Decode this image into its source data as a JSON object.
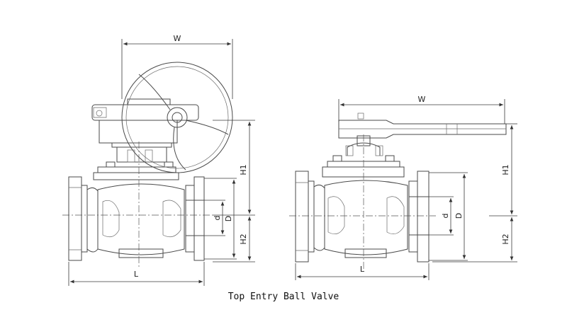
{
  "caption": "Top Entry Ball Valve",
  "left_view": {
    "operator": "gear-handwheel",
    "dims": {
      "W": "W",
      "H1": "H1",
      "H2": "H2",
      "d": "d",
      "D": "D",
      "L": "L"
    }
  },
  "right_view": {
    "operator": "lever",
    "dims": {
      "W": "W",
      "H1": "H1",
      "H2": "H2",
      "d": "d",
      "D": "D",
      "L": "L"
    }
  }
}
